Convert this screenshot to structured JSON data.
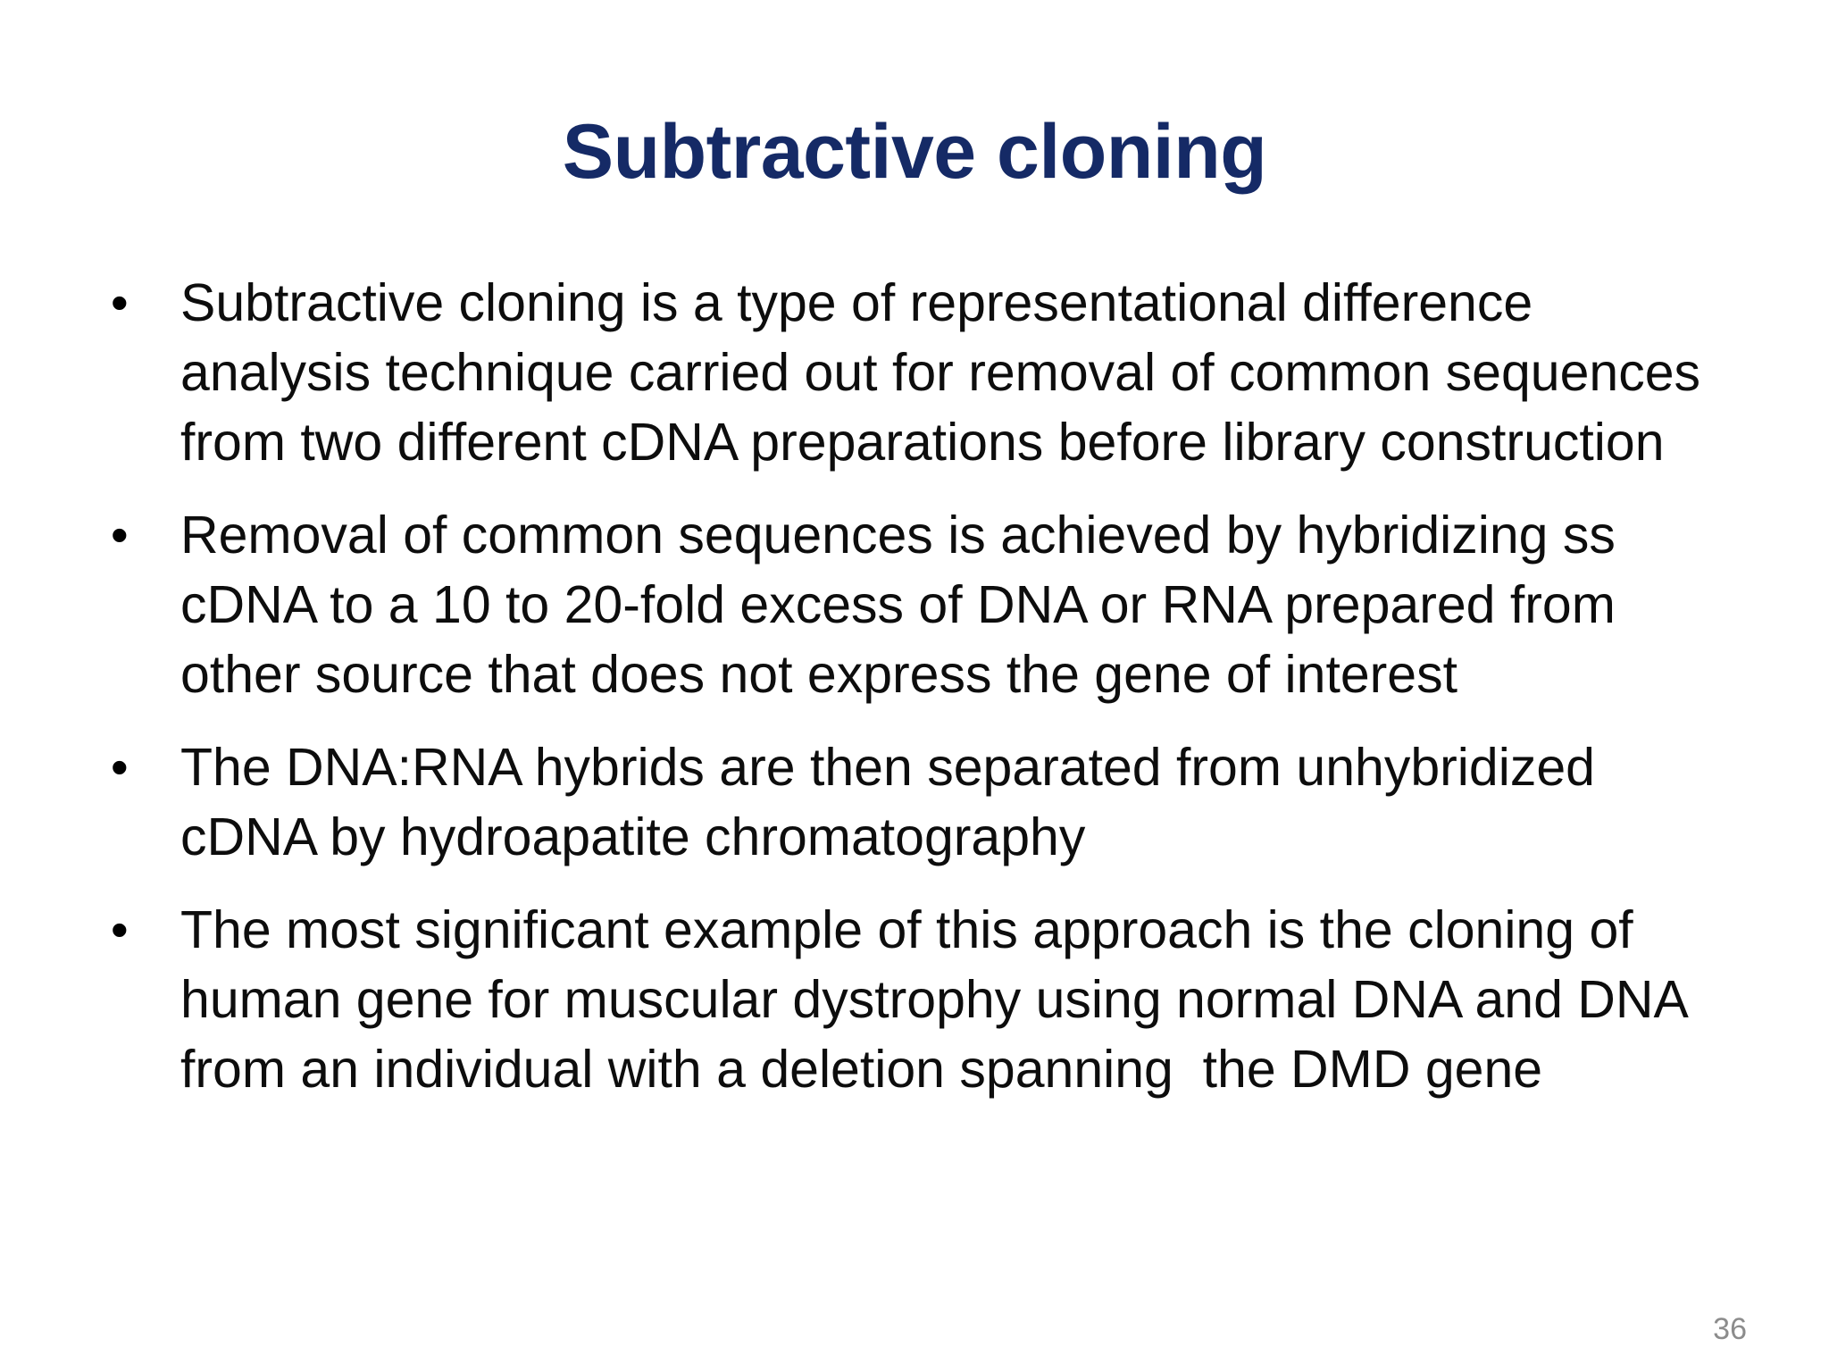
{
  "slide": {
    "title": "Subtractive cloning",
    "title_color": "#152a66",
    "body_color": "#0d0d0d",
    "background_color": "#ffffff",
    "bullet_glyph": "•",
    "bullets": [
      {
        "marker": "•",
        "text": "Subtractive cloning is a type of representational difference analysis technique carried out for removal of common sequences from two different cDNA preparations before library construction"
      },
      {
        "marker": "•",
        "text": "Removal of common sequences is achieved by hybridizing ss cDNA to a 10 to 20-fold excess of DNA or RNA prepared from other source that does not express the gene of interest"
      },
      {
        "marker": "•",
        "text": "The DNA:RNA hybrids are then separated from unhybridized cDNA by hydroapatite chromatography"
      },
      {
        "marker": "•",
        "text": "The most significant example of this approach is the cloning of human gene for muscular dystrophy using normal DNA and DNA from an individual with a deletion spanning  the DMD gene"
      }
    ],
    "page_number": "36",
    "page_number_color": "#8c8c8c"
  }
}
